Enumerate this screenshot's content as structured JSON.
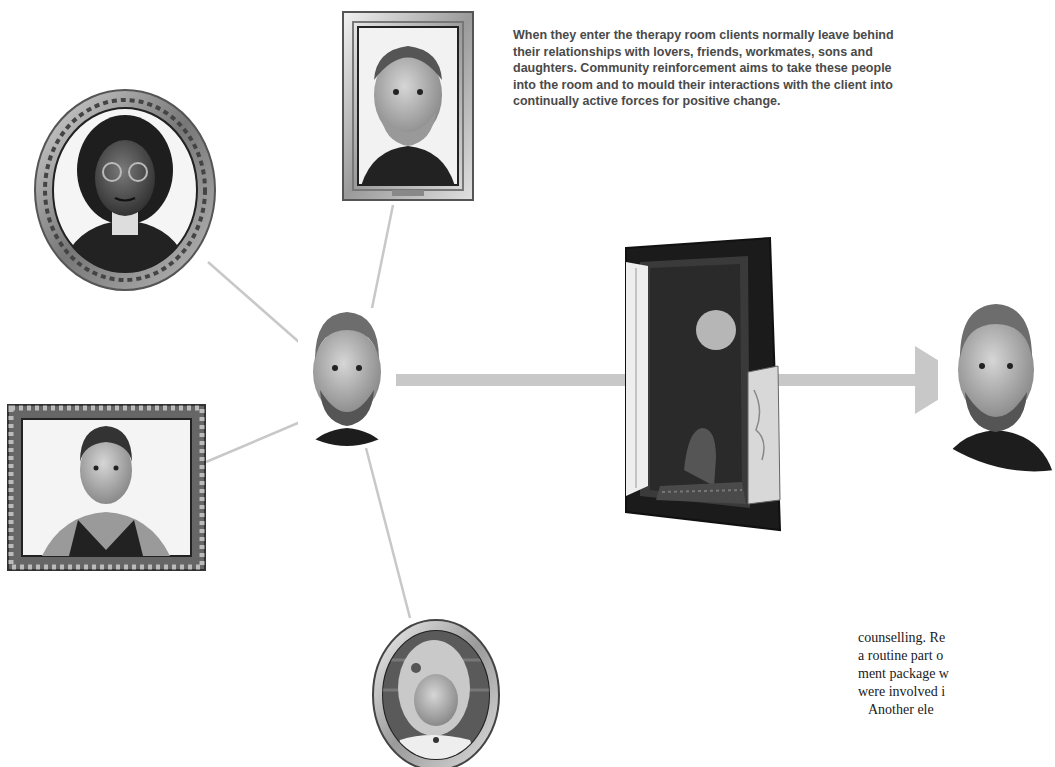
{
  "diagram": {
    "caption": "When they enter the therapy room clients normally leave behind their relationships with lovers, friends, workmates, sons and daughters. Community reinforcement aims to take these people into the room and to mould their interactions with the client into continually active forces for positive change.",
    "labels": [
      "counselling. Re",
      "a routine part o",
      "ment package w",
      "were involved i",
      "Another ele"
    ]
  }
}
